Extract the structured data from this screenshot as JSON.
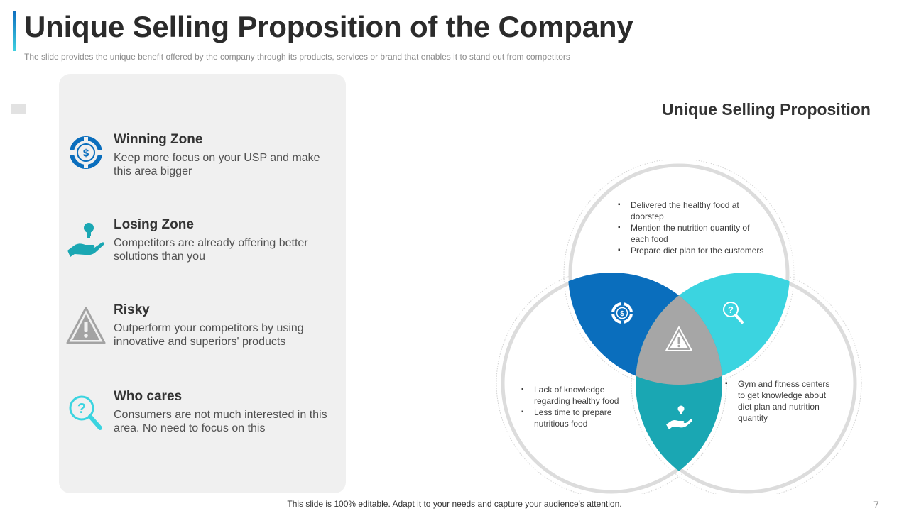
{
  "header": {
    "title": "Unique Selling Proposition of the Company",
    "subtitle": "The slide provides  the unique  benefit offered  by the company through its products,  services or brand that enables it to stand out from competitors"
  },
  "usp_heading": "Unique Selling Proposition",
  "zones": [
    {
      "title": "Winning Zone",
      "description": "Keep more focus on your USP and make this area bigger",
      "icon": "target-dollar-icon"
    },
    {
      "title": "Losing Zone",
      "description": "Competitors are already offering better solutions than you",
      "icon": "hand-bulb-icon"
    },
    {
      "title": "Risky",
      "description": "Outperform  your competitors by using innovative  and superiors' products",
      "icon": "warning-triangle-icon"
    },
    {
      "title": "Who cares",
      "description": "Consumers are not much interested in this area. No need to focus on this",
      "icon": "question-magnifier-icon"
    }
  ],
  "venn": {
    "top_bullets": [
      "Delivered  the healthy food at doorstep",
      "Mention the nutrition quantity of each food",
      "Prepare  diet plan for the customers"
    ],
    "left_bullets": [
      "Lack of knowledge regarding  healthy food",
      "Less time to prepare nutritious food"
    ],
    "right_bullets": [
      "Gym and fitness centers to get knowledge about diet plan and nutrition quantity"
    ]
  },
  "colors": {
    "winning": "#0a6ebd",
    "who_cares": "#3bd4e0",
    "losing": "#1aa7b3",
    "risky": "#a6a6a6",
    "circle_outline": "#dcdcdc"
  },
  "footer": "This slide is 100% editable. Adapt it to your needs and capture your audience's attention.",
  "page_number": "7"
}
